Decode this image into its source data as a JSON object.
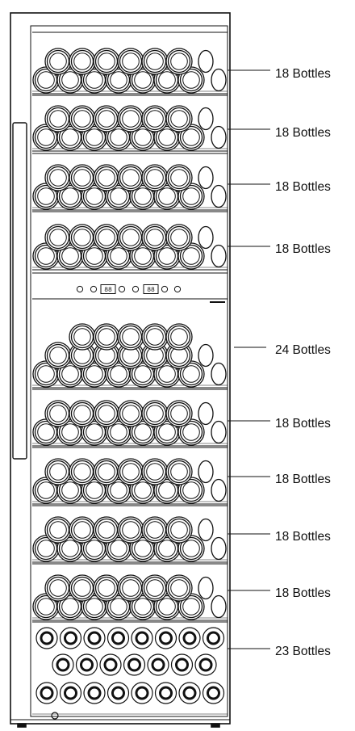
{
  "zones": [
    {
      "label": "18 Bottles",
      "kind": "stack2"
    },
    {
      "label": "18 Bottles",
      "kind": "stack2"
    },
    {
      "label": "18 Bottles",
      "kind": "stack2"
    },
    {
      "label": "18 Bottles",
      "kind": "stack2"
    },
    {
      "label": "24 Bottles",
      "kind": "stack3"
    },
    {
      "label": "18 Bottles",
      "kind": "stack2"
    },
    {
      "label": "18 Bottles",
      "kind": "stack2"
    },
    {
      "label": "18 Bottles",
      "kind": "stack2"
    },
    {
      "label": "18 Bottles",
      "kind": "stack2"
    },
    {
      "label": "23 Bottles",
      "kind": "upright"
    }
  ],
  "control_panel": {
    "display_left": "88",
    "display_right": "88"
  },
  "colors": {
    "line": "#111111",
    "background": "#ffffff"
  }
}
